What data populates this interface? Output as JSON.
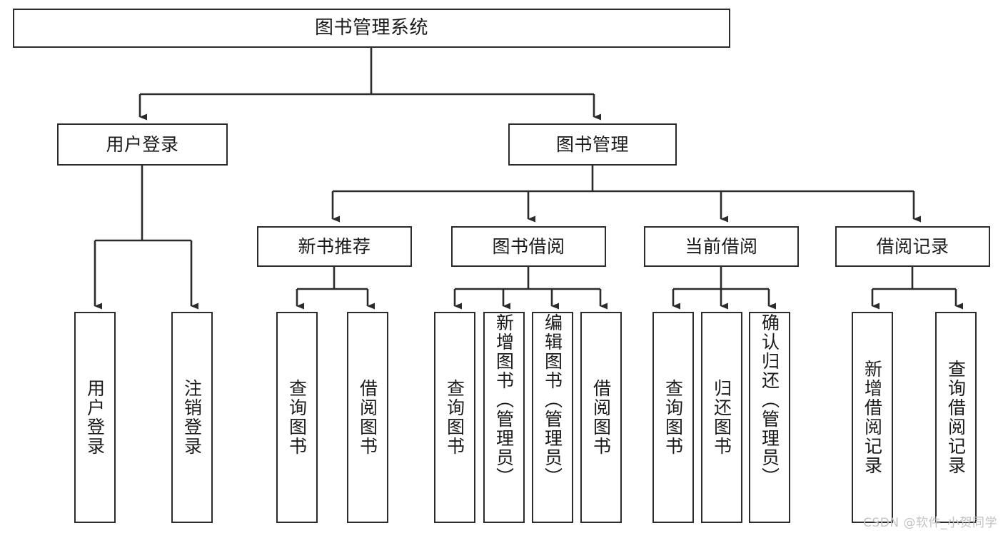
{
  "diagram": {
    "title": "图书管理系统",
    "type": "hierarchy-tree",
    "watermark": "CSDN @软件_小贺同学",
    "colors": {
      "stroke": "#2b2b2b",
      "fill": "#ffffff",
      "text": "#1a1a1a",
      "watermark": "#c2c2c2"
    },
    "root": {
      "label": "图书管理系统"
    },
    "level2": [
      {
        "label": "用户登录"
      },
      {
        "label": "图书管理"
      }
    ],
    "level3": [
      {
        "label": "新书推荐"
      },
      {
        "label": "图书借阅"
      },
      {
        "label": "当前借阅"
      },
      {
        "label": "借阅记录"
      }
    ],
    "leaves": {
      "user_login": [
        {
          "label": "用户登录"
        },
        {
          "label": "注销登录"
        }
      ],
      "new_books": [
        {
          "label": "查询图书"
        },
        {
          "label": "借阅图书"
        }
      ],
      "book_borrow": [
        {
          "label": "查询图书"
        },
        {
          "label": "新增图书（管理员）"
        },
        {
          "label": "编辑图书（管理员）"
        },
        {
          "label": "借阅图书"
        }
      ],
      "current_borrow": [
        {
          "label": "查询图书"
        },
        {
          "label": "归还图书"
        },
        {
          "label": "确认归还（管理员）"
        }
      ],
      "borrow_records": [
        {
          "label": "新增借阅记录"
        },
        {
          "label": "查询借阅记录"
        }
      ]
    }
  }
}
